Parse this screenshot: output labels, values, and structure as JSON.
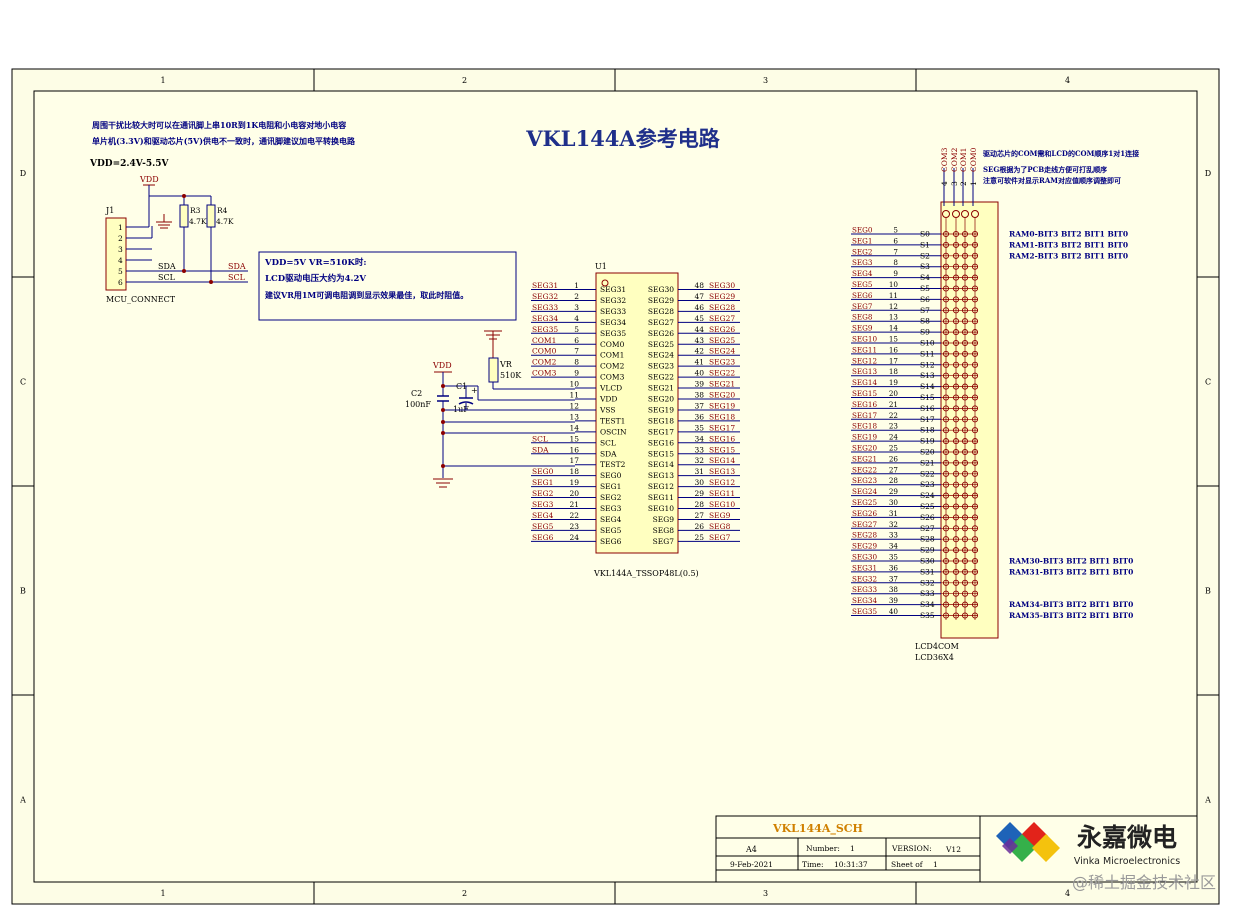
{
  "title": "VKL144A参考电路",
  "notes_top": [
    "周围干扰比较大时可以在通讯脚上串10R到1K电阻和小电容对地小电容",
    "单片机(3.3V)和驱动芯片(5V)供电不一致时，通讯脚建议加电平转换电路"
  ],
  "vdd_range": "VDD=2.4V-5.5V",
  "vr_notes": [
    "VDD=5V VR=510K时:",
    "LCD驱动电压大约为4.2V",
    "建议VR用1M可调电阻调到显示效果最佳，取此时阻值。"
  ],
  "lcd_notes": [
    "驱动芯片的COM需和LCD的COM顺序1对1连接",
    "SEG根据为了PCB走线方便可打乱顺序",
    "注意可软件对显示RAM对应值顺序调整即可"
  ],
  "grid": {
    "cols": [
      "1",
      "2",
      "3",
      "4"
    ],
    "rows": [
      "D",
      "C",
      "B",
      "A"
    ]
  },
  "connector": {
    "ref": "J1",
    "name": "MCU_CONNECT",
    "pins": [
      "1",
      "2",
      "3",
      "4",
      "5",
      "6"
    ],
    "net_labels": [
      "SDA",
      "SCL"
    ],
    "right_labels": [
      "SDA",
      "SCL"
    ],
    "vdd": "VDD",
    "r3": "R3",
    "r3_val": "4.7K",
    "r4": "R4",
    "r4_val": "4.7K"
  },
  "ic": {
    "ref": "U1",
    "part": "VKL144A_TSSOP48L(0.5)",
    "left_pins": [
      {
        "net": "SEG31",
        "num": "1",
        "name": "SEG31"
      },
      {
        "net": "SEG32",
        "num": "2",
        "name": "SEG32"
      },
      {
        "net": "SEG33",
        "num": "3",
        "name": "SEG33"
      },
      {
        "net": "SEG34",
        "num": "4",
        "name": "SEG34"
      },
      {
        "net": "SEG35",
        "num": "5",
        "name": "SEG35"
      },
      {
        "net": "COM1",
        "num": "6",
        "name": "COM0"
      },
      {
        "net": "COM0",
        "num": "7",
        "name": "COM1"
      },
      {
        "net": "COM2",
        "num": "8",
        "name": "COM2"
      },
      {
        "net": "COM3",
        "num": "9",
        "name": "COM3"
      },
      {
        "net": "",
        "num": "10",
        "name": "VLCD"
      },
      {
        "net": "",
        "num": "11",
        "name": "VDD"
      },
      {
        "net": "",
        "num": "12",
        "name": "VSS"
      },
      {
        "net": "",
        "num": "13",
        "name": "TEST1"
      },
      {
        "net": "",
        "num": "14",
        "name": "OSCIN"
      },
      {
        "net": "SCL",
        "num": "15",
        "name": "SCL"
      },
      {
        "net": "SDA",
        "num": "16",
        "name": "SDA"
      },
      {
        "net": "",
        "num": "17",
        "name": "TEST2"
      },
      {
        "net": "SEG0",
        "num": "18",
        "name": "SEG0"
      },
      {
        "net": "SEG1",
        "num": "19",
        "name": "SEG1"
      },
      {
        "net": "SEG2",
        "num": "20",
        "name": "SEG2"
      },
      {
        "net": "SEG3",
        "num": "21",
        "name": "SEG3"
      },
      {
        "net": "SEG4",
        "num": "22",
        "name": "SEG4"
      },
      {
        "net": "SEG5",
        "num": "23",
        "name": "SEG5"
      },
      {
        "net": "SEG6",
        "num": "24",
        "name": "SEG6"
      }
    ],
    "right_pins": [
      {
        "name": "SEG30",
        "num": "48",
        "net": "SEG30"
      },
      {
        "name": "SEG29",
        "num": "47",
        "net": "SEG29"
      },
      {
        "name": "SEG28",
        "num": "46",
        "net": "SEG28"
      },
      {
        "name": "SEG27",
        "num": "45",
        "net": "SEG27"
      },
      {
        "name": "SEG26",
        "num": "44",
        "net": "SEG26"
      },
      {
        "name": "SEG25",
        "num": "43",
        "net": "SEG25"
      },
      {
        "name": "SEG24",
        "num": "42",
        "net": "SEG24"
      },
      {
        "name": "SEG23",
        "num": "41",
        "net": "SEG23"
      },
      {
        "name": "SEG22",
        "num": "40",
        "net": "SEG22"
      },
      {
        "name": "SEG21",
        "num": "39",
        "net": "SEG21"
      },
      {
        "name": "SEG20",
        "num": "38",
        "net": "SEG20"
      },
      {
        "name": "SEG19",
        "num": "37",
        "net": "SEG19"
      },
      {
        "name": "SEG18",
        "num": "36",
        "net": "SEG18"
      },
      {
        "name": "SEG17",
        "num": "35",
        "net": "SEG17"
      },
      {
        "name": "SEG16",
        "num": "34",
        "net": "SEG16"
      },
      {
        "name": "SEG15",
        "num": "33",
        "net": "SEG15"
      },
      {
        "name": "SEG14",
        "num": "32",
        "net": "SEG14"
      },
      {
        "name": "SEG13",
        "num": "31",
        "net": "SEG13"
      },
      {
        "name": "SEG12",
        "num": "30",
        "net": "SEG12"
      },
      {
        "name": "SEG11",
        "num": "29",
        "net": "SEG11"
      },
      {
        "name": "SEG10",
        "num": "28",
        "net": "SEG10"
      },
      {
        "name": "SEG9",
        "num": "27",
        "net": "SEG9"
      },
      {
        "name": "SEG8",
        "num": "26",
        "net": "SEG8"
      },
      {
        "name": "SEG7",
        "num": "25",
        "net": "SEG7"
      }
    ]
  },
  "passives": {
    "vdd": "VDD",
    "c2": "C2",
    "c2_val": "100nF",
    "c1": "C1",
    "c1_val": "1uF",
    "c1_plus": "+",
    "vr": "VR",
    "vr_val": "510K"
  },
  "lcd": {
    "ref": "LCD4COM",
    "name": "LCD36X4",
    "com_labels": [
      "COM3",
      "COM2",
      "COM1",
      "COM0"
    ],
    "com_nums": [
      "4",
      "3",
      "2",
      "1"
    ],
    "seg_nets": [
      "SEG0",
      "SEG1",
      "SEG2",
      "SEG3",
      "SEG4",
      "SEG5",
      "SEG6",
      "SEG7",
      "SEG8",
      "SEG9",
      "SEG10",
      "SEG11",
      "SEG12",
      "SEG13",
      "SEG14",
      "SEG15",
      "SEG16",
      "SEG17",
      "SEG18",
      "SEG19",
      "SEG20",
      "SEG21",
      "SEG22",
      "SEG23",
      "SEG24",
      "SEG25",
      "SEG26",
      "SEG27",
      "SEG28",
      "SEG29",
      "SEG30",
      "SEG31",
      "SEG32",
      "SEG33",
      "SEG34",
      "SEG35"
    ],
    "seg_nums": [
      "5",
      "6",
      "7",
      "8",
      "9",
      "10",
      "11",
      "12",
      "13",
      "14",
      "15",
      "16",
      "17",
      "18",
      "19",
      "20",
      "21",
      "22",
      "23",
      "24",
      "25",
      "26",
      "27",
      "28",
      "29",
      "30",
      "31",
      "32",
      "33",
      "34",
      "35",
      "36",
      "37",
      "38",
      "39",
      "40"
    ],
    "seg_pins": [
      "S0",
      "S1",
      "S2",
      "S3",
      "S4",
      "S5",
      "S6",
      "S7",
      "S8",
      "S9",
      "S10",
      "S11",
      "S12",
      "S13",
      "S14",
      "S15",
      "S16",
      "S17",
      "S18",
      "S19",
      "S20",
      "S21",
      "S22",
      "S23",
      "S24",
      "S25",
      "S26",
      "S27",
      "S28",
      "S29",
      "S30",
      "S31",
      "S32",
      "S33",
      "S34",
      "S35"
    ],
    "ram_labels": [
      {
        "row": 0,
        "text": "RAM0-BIT3  BIT2  BIT1  BIT0"
      },
      {
        "row": 1,
        "text": "RAM1-BIT3  BIT2  BIT1  BIT0"
      },
      {
        "row": 2,
        "text": "RAM2-BIT3  BIT2  BIT1  BIT0"
      },
      {
        "row": 30,
        "text": "RAM30-BIT3  BIT2  BIT1  BIT0"
      },
      {
        "row": 31,
        "text": "RAM31-BIT3  BIT2  BIT1  BIT0"
      },
      {
        "row": 34,
        "text": "RAM34-BIT3  BIT2  BIT1  BIT0"
      },
      {
        "row": 35,
        "text": "RAM35-BIT3  BIT2  BIT1  BIT0"
      }
    ]
  },
  "title_block": {
    "name": "VKL144A_SCH",
    "size": "A4",
    "number_label": "Number:",
    "number_value": "1",
    "version_label": "VERSION:",
    "version_value": "V12",
    "date": "9-Feb-2021",
    "time_label": "Time:",
    "time_value": "10:31:37",
    "sheet_label": "Sheet of",
    "sheet_value": "1"
  },
  "logo": {
    "cn": "永嘉微电",
    "en": "Vinka Microelectronics"
  },
  "watermark": "@稀土掘金技术社区",
  "colors": {
    "net": "#8b0000",
    "wire": "#000080",
    "title": "#1f2f8a",
    "part_fill": "#ffffc0",
    "sheet_fill": "#ffffe8",
    "tb_name": "#d08000"
  }
}
